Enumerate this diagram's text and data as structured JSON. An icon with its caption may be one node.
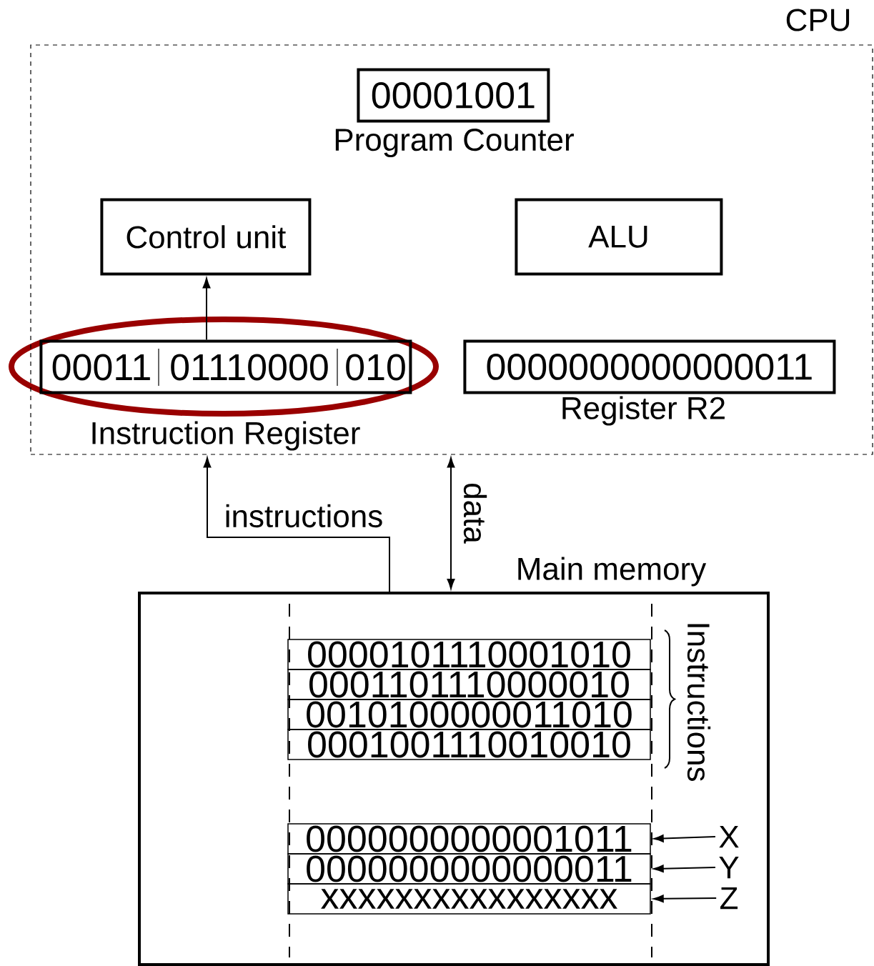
{
  "diagram": {
    "nodes": [
      {
        "text": [
          "CPU"
        ]
      },
      {
        "text": [
          "00001001",
          "Program Counter"
        ],
        "in": 0
      },
      {
        "text": [
          "Control unit"
        ],
        "in": 0
      },
      {
        "text": [
          "ALU"
        ],
        "in": 0
      },
      {
        "text": [
          "00011",
          "01110000",
          "010",
          "Instruction Register"
        ],
        "in": 0
      },
      {
        "text": [
          "0000000000000011",
          "Register R2"
        ],
        "in": 0
      },
      {
        "text": [
          "Main memory"
        ]
      },
      {
        "text": [
          "0000101110001010"
        ],
        "in": 6
      },
      {
        "text": [
          "0001101110000010"
        ],
        "in": 6
      },
      {
        "text": [
          "0010100000011010"
        ],
        "in": 6
      },
      {
        "text": [
          "0001001110010010"
        ],
        "in": 6
      },
      {
        "text": [
          "0000000000001011"
        ],
        "in": 6
      },
      {
        "text": [
          "0000000000000011"
        ],
        "in": 6
      },
      {
        "text": [
          "xxxxxxxxxxxxxxxx"
        ],
        "in": 6
      },
      {
        "text": [
          "X"
        ],
        "in": 6
      },
      {
        "text": [
          "Y"
        ],
        "in": 6
      },
      {
        "text": [
          "Z"
        ],
        "in": 6
      }
    ],
    "edges": [
      {
        "from": 4,
        "to": 2,
        "arrow": "to"
      },
      {
        "from": 6,
        "to": 0,
        "arrow": "to",
        "label": "instructions"
      },
      {
        "from": 0,
        "to": 6,
        "arrow": "both",
        "label": "data"
      },
      {
        "from": 14,
        "to": 11,
        "arrow": "to"
      },
      {
        "from": 15,
        "to": 12,
        "arrow": "to"
      },
      {
        "from": 16,
        "to": 13,
        "arrow": "to"
      }
    ],
    "labels": [
      "Instructions"
    ]
  }
}
